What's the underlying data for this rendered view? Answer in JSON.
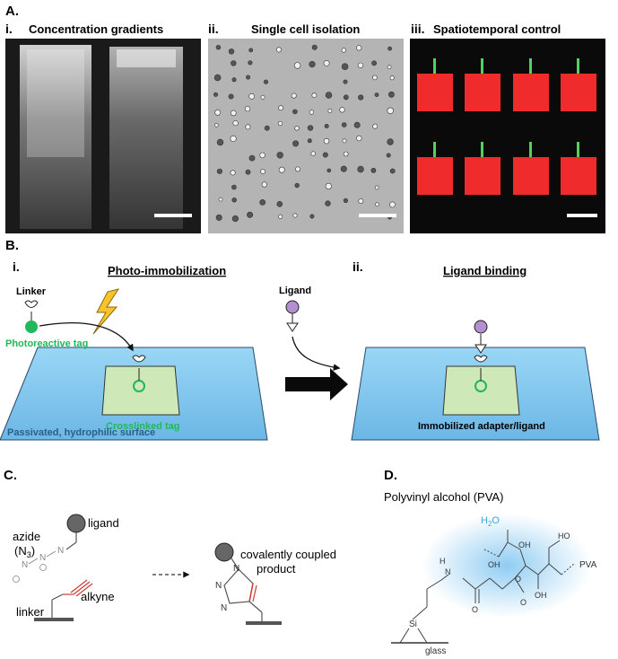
{
  "panelA": {
    "label": "A.",
    "i": {
      "num": "i.",
      "title": "Concentration gradients"
    },
    "ii": {
      "num": "ii.",
      "title": "Single cell isolation"
    },
    "iii": {
      "num": "iii.",
      "title": "Spatiotemporal control"
    }
  },
  "panelB": {
    "label": "B.",
    "i": {
      "num": "i.",
      "title": "Photo-immobilization"
    },
    "ii": {
      "num": "ii.",
      "title": "Ligand binding"
    },
    "linker": "Linker",
    "photoreactive_tag": "Photoreactive tag",
    "crosslinked_tag": "Crosslinked tag",
    "surface": "Passivated, hydrophilic surface",
    "ligand": "Ligand",
    "immobilized": "Immobilized adapter/ligand",
    "colors": {
      "green": "#1fb85a",
      "purple": "#b48fd0",
      "surface": "#7fc7ee",
      "label_blue": "#2a5f8a"
    }
  },
  "panelC": {
    "label": "C.",
    "ligand": "ligand",
    "azide_line1": "azide",
    "azide_line2": "(N",
    "azide_sub": "3",
    "azide_close": ")",
    "alkyne": "alkyne",
    "linker": "linker",
    "product_line1": "covalently coupled",
    "product_line2": "product",
    "n": "N"
  },
  "panelD": {
    "label": "D.",
    "title": "Polyvinyl alcohol (PVA)",
    "water": "H",
    "water_sub": "2",
    "water_o": "O",
    "oh": "OH",
    "ho": "HO",
    "pva": "PVA",
    "h": "H",
    "n": "N",
    "o": "O",
    "si": "Si",
    "glass": "glass"
  }
}
